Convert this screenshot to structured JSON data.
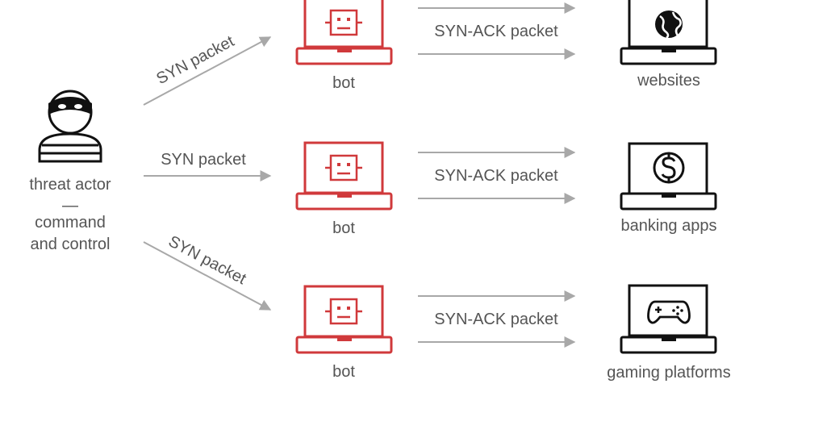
{
  "threat_actor": {
    "label": "threat actor",
    "separator": "—",
    "sub_label_1": "command",
    "sub_label_2": "and control",
    "icon": "masked-hacker-icon"
  },
  "syn_label": "SYN packet",
  "synack_label": "SYN-ACK packet",
  "bot_label": "bot",
  "bot_icon": "robot-laptop-icon",
  "targets": [
    {
      "label": "websites",
      "icon": "globe-icon"
    },
    {
      "label": "banking apps",
      "icon": "dollar-icon"
    },
    {
      "label": "gaming platforms",
      "icon": "gamepad-icon"
    }
  ],
  "colors": {
    "bot": "#d0393b",
    "target": "#111111",
    "arrow": "#a8a8a8",
    "text": "#555555"
  }
}
